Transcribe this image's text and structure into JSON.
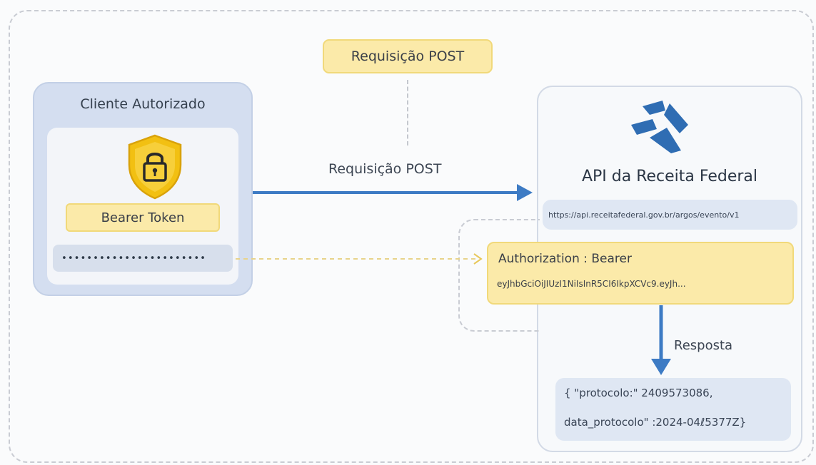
{
  "top_badge": "Requisição POST",
  "client": {
    "title": "Cliente Autorizado",
    "token_label": "Bearer Token",
    "token_value": "•••••••••••••••••••••••"
  },
  "arrow_label": "Requisição POST",
  "server": {
    "title": "API da Receita Federal",
    "url": "https://api.receitafederal.gov.br/argos/evento/v1"
  },
  "auth": {
    "header": "Authorization : Bearer",
    "token": "eyJhbGciOiJIUzI1NiIsInR5CI6IkpXCVc9.eyJh..."
  },
  "response_label": "Resposta",
  "json": {
    "line1": "{ \"protocolo:\" 2409573086,",
    "line2": "data_protocolo\" :2024-04ℓ5377Z}"
  },
  "colors": {
    "accent_blue": "#3d7bc4",
    "badge_yellow": "#fbeaa9",
    "shield_gold": "#f2c012",
    "logo_blue": "#2f6db3"
  },
  "icons": [
    "padlock-shield-icon",
    "receita-federal-logo"
  ]
}
